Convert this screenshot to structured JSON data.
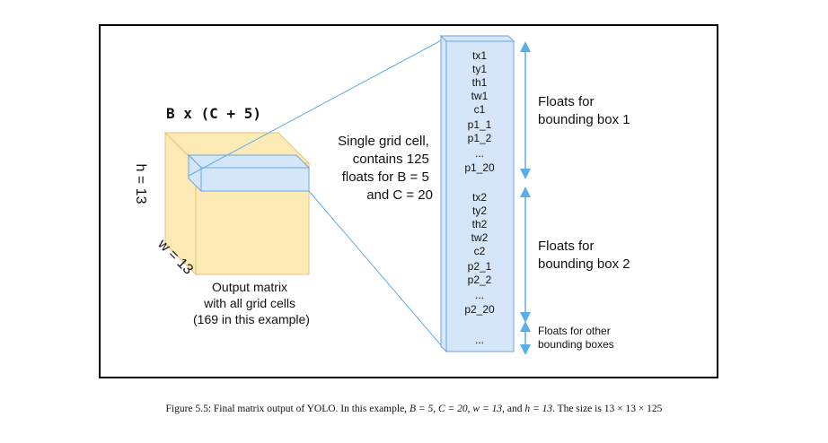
{
  "diagram": {
    "cube_title": "B x (C + 5)",
    "cube_height_label": "h = 13",
    "cube_width_label": "w = 13",
    "output_matrix_text": [
      "Output matrix",
      "with all grid cells",
      "(169 in this example)"
    ],
    "grid_cell_text": [
      "Single grid cell,",
      "contains 125",
      "floats for B = 5",
      "and C = 20"
    ],
    "column_entries_box1": [
      "tx1",
      "ty1",
      "th1",
      "tw1",
      "c1",
      "p1_1",
      "p1_2",
      "...",
      "p1_20"
    ],
    "column_entries_box2": [
      "tx2",
      "ty2",
      "th2",
      "tw2",
      "c2",
      "p2_1",
      "p2_2",
      "...",
      "p2_20"
    ],
    "column_entries_other": [
      "..."
    ],
    "bracket_label_1": [
      "Floats for",
      "bounding box 1"
    ],
    "bracket_label_2": [
      "Floats for",
      "bounding box 2"
    ],
    "bracket_label_other": [
      "Floats for other",
      "bounding boxes"
    ],
    "colors": {
      "cube_face": "#fdebb6",
      "cube_edge": "#e8c27a",
      "cell_fill": "#d6e6f9",
      "cell_edge": "#6aa6de",
      "arrow": "#5aaee8",
      "frame": "#000000"
    }
  },
  "caption": {
    "prefix": "Figure 5.5: Final matrix output of YOLO. In this example, ",
    "b": "B = 5",
    "c": "C = 20",
    "w": "w = 13",
    "h": "h = 13",
    "suffix": ". The size is 13 × 13 × 125"
  }
}
